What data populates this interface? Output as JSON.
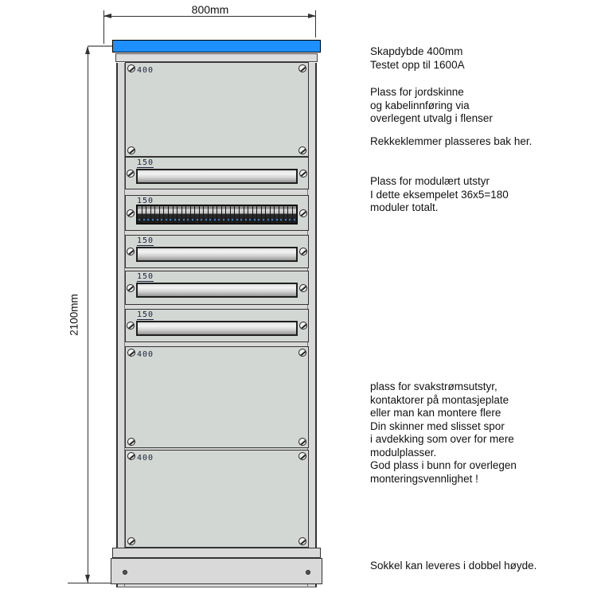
{
  "drawing": {
    "title": "Floor-standing electrical cabinet drawing",
    "dimensions": {
      "width_label": "800mm",
      "height_label": "2100mm"
    },
    "cabinet": {
      "top_cover_color": "#1e8fff",
      "panel_fill_color": "#d3d7d3",
      "module_count": 36,
      "panels": [
        {
          "label": "400",
          "type": "blank-cover"
        },
        {
          "label": "150",
          "type": "empty-slot"
        },
        {
          "label": "150",
          "type": "din-rail-with-modules"
        },
        {
          "label": "150",
          "type": "empty-slot"
        },
        {
          "label": "150",
          "type": "empty-slot"
        },
        {
          "label": "150",
          "type": "empty-slot"
        },
        {
          "label": "400",
          "type": "blank-cover"
        },
        {
          "label": "400",
          "type": "blank-cover"
        }
      ]
    },
    "notes": [
      {
        "text": "Skapdybde 400mm\nTestet opp til 1600A"
      },
      {
        "text": "Plass for jordskinne\nog kabelinnføring via\noverlegent utvalg i flenser"
      },
      {
        "text": "Rekkeklemmer plasseres bak her."
      },
      {
        "text": "Plass for modulært utstyr\nI dette eksempelet 36x5=180\nmoduler totalt."
      },
      {
        "text": "plass for svakstrømsutstyr,\nkontaktorer på montasjeplate\neller man kan montere flere\nDin skinner med slisset spor\ni avdekking som over for mere\nmodulplasser.\nGod plass i bunn for overlegen\nmonteringsvennlighet !"
      },
      {
        "text": "Sokkel kan leveres i dobbel høyde."
      }
    ]
  }
}
